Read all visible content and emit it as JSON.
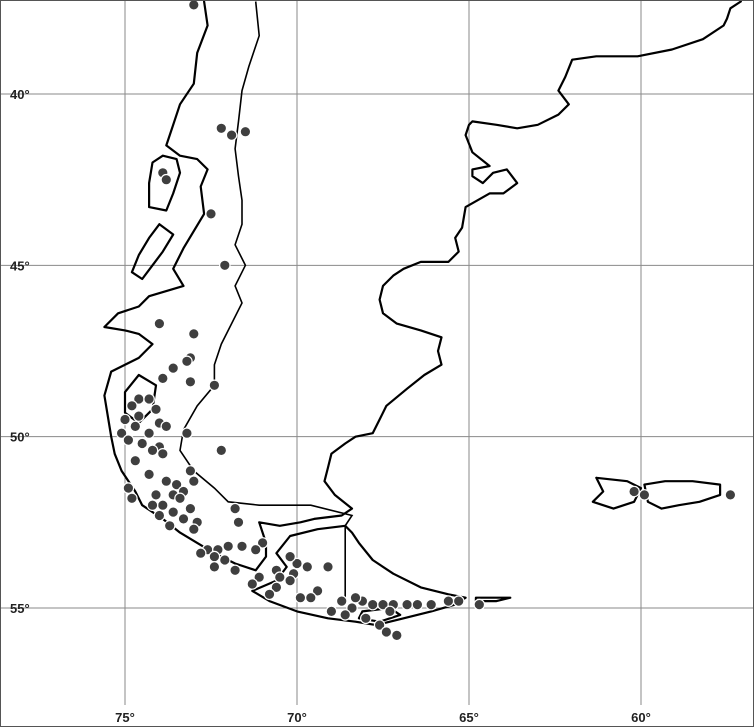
{
  "map": {
    "lon_range": [
      -78.6,
      -56.6
    ],
    "lat_range": [
      -57.7,
      -37.3
    ],
    "lon_ticks": [
      {
        "value": -75,
        "label": "75°"
      },
      {
        "value": -70,
        "label": "70°"
      },
      {
        "value": -65,
        "label": "65°"
      },
      {
        "value": -60,
        "label": "60°"
      }
    ],
    "lat_ticks": [
      {
        "value": -40,
        "label": "40°"
      },
      {
        "value": -45,
        "label": "45°"
      },
      {
        "value": -50,
        "label": "50°"
      },
      {
        "value": -55,
        "label": "55°"
      }
    ],
    "colors": {
      "point": "#3f3f3f",
      "coast": "#000000",
      "grid": "#8a8a8a",
      "frame": "#555555"
    },
    "points": [
      [
        -73.0,
        -37.4
      ],
      [
        -72.2,
        -41.0
      ],
      [
        -71.9,
        -41.2
      ],
      [
        -71.5,
        -41.1
      ],
      [
        -73.9,
        -42.3
      ],
      [
        -73.8,
        -42.5
      ],
      [
        -72.5,
        -43.5
      ],
      [
        -72.1,
        -45.0
      ],
      [
        -74.0,
        -46.7
      ],
      [
        -73.0,
        -47.0
      ],
      [
        -73.1,
        -47.7
      ],
      [
        -73.2,
        -47.8
      ],
      [
        -73.6,
        -48.0
      ],
      [
        -73.9,
        -48.3
      ],
      [
        -73.1,
        -48.4
      ],
      [
        -72.4,
        -48.5
      ],
      [
        -74.6,
        -48.9
      ],
      [
        -74.3,
        -48.9
      ],
      [
        -74.8,
        -49.1
      ],
      [
        -74.1,
        -49.2
      ],
      [
        -74.6,
        -49.4
      ],
      [
        -75.0,
        -49.5
      ],
      [
        -74.0,
        -49.6
      ],
      [
        -73.8,
        -49.7
      ],
      [
        -74.7,
        -49.7
      ],
      [
        -75.1,
        -49.9
      ],
      [
        -74.3,
        -49.9
      ],
      [
        -73.2,
        -49.9
      ],
      [
        -74.9,
        -50.1
      ],
      [
        -74.5,
        -50.2
      ],
      [
        -74.0,
        -50.3
      ],
      [
        -74.2,
        -50.4
      ],
      [
        -73.9,
        -50.5
      ],
      [
        -72.2,
        -50.4
      ],
      [
        -74.7,
        -50.7
      ],
      [
        -73.1,
        -51.0
      ],
      [
        -74.3,
        -51.1
      ],
      [
        -73.8,
        -51.3
      ],
      [
        -73.5,
        -51.4
      ],
      [
        -73.0,
        -51.3
      ],
      [
        -74.9,
        -51.5
      ],
      [
        -73.3,
        -51.6
      ],
      [
        -73.6,
        -51.7
      ],
      [
        -74.1,
        -51.7
      ],
      [
        -74.8,
        -51.8
      ],
      [
        -73.4,
        -51.8
      ],
      [
        -73.9,
        -52.0
      ],
      [
        -74.2,
        -52.0
      ],
      [
        -73.1,
        -52.1
      ],
      [
        -73.6,
        -52.2
      ],
      [
        -71.8,
        -52.1
      ],
      [
        -74.0,
        -52.3
      ],
      [
        -73.3,
        -52.4
      ],
      [
        -72.9,
        -52.5
      ],
      [
        -71.7,
        -52.5
      ],
      [
        -73.0,
        -52.7
      ],
      [
        -73.7,
        -52.6
      ],
      [
        -71.0,
        -53.1
      ],
      [
        -72.6,
        -53.3
      ],
      [
        -72.3,
        -53.3
      ],
      [
        -72.0,
        -53.2
      ],
      [
        -71.6,
        -53.2
      ],
      [
        -71.2,
        -53.3
      ],
      [
        -72.8,
        -53.4
      ],
      [
        -72.4,
        -53.5
      ],
      [
        -72.1,
        -53.6
      ],
      [
        -70.0,
        -53.7
      ],
      [
        -69.1,
        -53.8
      ],
      [
        -70.6,
        -53.9
      ],
      [
        -71.8,
        -53.9
      ],
      [
        -72.4,
        -53.8
      ],
      [
        -70.1,
        -54.0
      ],
      [
        -71.1,
        -54.1
      ],
      [
        -70.2,
        -54.2
      ],
      [
        -70.6,
        -54.4
      ],
      [
        -71.3,
        -54.3
      ],
      [
        -69.4,
        -54.5
      ],
      [
        -69.9,
        -54.7
      ],
      [
        -70.8,
        -54.6
      ],
      [
        -68.7,
        -54.8
      ],
      [
        -68.1,
        -54.8
      ],
      [
        -67.8,
        -54.9
      ],
      [
        -67.5,
        -54.9
      ],
      [
        -67.2,
        -54.9
      ],
      [
        -66.8,
        -54.9
      ],
      [
        -66.5,
        -54.9
      ],
      [
        -68.4,
        -55.0
      ],
      [
        -69.0,
        -55.1
      ],
      [
        -68.6,
        -55.2
      ],
      [
        -67.3,
        -55.1
      ],
      [
        -66.1,
        -54.9
      ],
      [
        -65.6,
        -54.8
      ],
      [
        -65.3,
        -54.8
      ],
      [
        -64.7,
        -54.9
      ],
      [
        -68.0,
        -55.3
      ],
      [
        -67.6,
        -55.5
      ],
      [
        -67.4,
        -55.7
      ],
      [
        -67.1,
        -55.8
      ],
      [
        -59.9,
        -51.7
      ],
      [
        -57.4,
        -51.7
      ],
      [
        -60.2,
        -51.6
      ],
      [
        -70.2,
        -53.5
      ],
      [
        -69.7,
        -53.8
      ],
      [
        -70.5,
        -54.1
      ],
      [
        -69.6,
        -54.7
      ],
      [
        -68.3,
        -54.7
      ]
    ],
    "regions": [
      {
        "name": "continental-coast",
        "coords": [
          [
            -72.7,
            -37.3
          ],
          [
            -72.6,
            -38.0
          ],
          [
            -72.9,
            -38.8
          ],
          [
            -73.0,
            -39.7
          ],
          [
            -73.4,
            -40.3
          ],
          [
            -73.6,
            -40.9
          ],
          [
            -73.8,
            -41.5
          ],
          [
            -73.4,
            -41.8
          ],
          [
            -72.9,
            -41.9
          ],
          [
            -72.6,
            -42.2
          ],
          [
            -72.8,
            -42.7
          ],
          [
            -72.7,
            -43.5
          ],
          [
            -73.0,
            -44.0
          ],
          [
            -73.3,
            -44.5
          ],
          [
            -73.6,
            -45.1
          ],
          [
            -73.3,
            -45.6
          ],
          [
            -74.3,
            -45.9
          ],
          [
            -74.6,
            -46.2
          ],
          [
            -75.2,
            -46.4
          ],
          [
            -75.6,
            -46.8
          ],
          [
            -75.0,
            -46.9
          ],
          [
            -74.6,
            -47.0
          ],
          [
            -74.2,
            -47.3
          ],
          [
            -74.6,
            -47.7
          ],
          [
            -75.4,
            -48.1
          ],
          [
            -75.6,
            -48.8
          ],
          [
            -75.5,
            -49.4
          ],
          [
            -75.4,
            -50.0
          ],
          [
            -75.3,
            -50.5
          ],
          [
            -75.1,
            -51.0
          ],
          [
            -74.7,
            -51.6
          ],
          [
            -74.5,
            -52.0
          ],
          [
            -73.9,
            -52.4
          ],
          [
            -73.4,
            -52.8
          ],
          [
            -72.9,
            -53.1
          ],
          [
            -72.4,
            -53.4
          ],
          [
            -71.8,
            -53.7
          ],
          [
            -71.2,
            -53.9
          ],
          [
            -70.9,
            -53.5
          ],
          [
            -70.9,
            -53.1
          ],
          [
            -71.0,
            -52.8
          ],
          [
            -71.1,
            -52.5
          ],
          [
            -70.5,
            -52.6
          ],
          [
            -69.9,
            -52.5
          ],
          [
            -69.5,
            -52.4
          ],
          [
            -68.7,
            -52.3
          ],
          [
            -68.4,
            -52.1
          ],
          [
            -68.9,
            -51.7
          ],
          [
            -69.2,
            -51.3
          ],
          [
            -69.1,
            -50.9
          ],
          [
            -69.0,
            -50.5
          ],
          [
            -68.6,
            -50.2
          ],
          [
            -68.3,
            -50.0
          ],
          [
            -67.8,
            -49.9
          ],
          [
            -67.6,
            -49.5
          ],
          [
            -67.4,
            -49.1
          ],
          [
            -66.8,
            -48.6
          ],
          [
            -66.3,
            -48.2
          ],
          [
            -65.8,
            -47.9
          ],
          [
            -65.9,
            -47.5
          ],
          [
            -65.8,
            -47.1
          ],
          [
            -66.4,
            -46.9
          ],
          [
            -67.1,
            -46.7
          ],
          [
            -67.5,
            -46.4
          ],
          [
            -67.6,
            -46.0
          ],
          [
            -67.5,
            -45.6
          ],
          [
            -67.2,
            -45.3
          ],
          [
            -66.9,
            -45.1
          ],
          [
            -66.4,
            -44.9
          ],
          [
            -65.6,
            -44.9
          ],
          [
            -65.3,
            -44.6
          ],
          [
            -65.4,
            -44.2
          ],
          [
            -65.2,
            -43.9
          ],
          [
            -65.1,
            -43.3
          ],
          [
            -64.4,
            -42.9
          ],
          [
            -64.0,
            -42.9
          ],
          [
            -63.6,
            -42.6
          ],
          [
            -63.9,
            -42.2
          ],
          [
            -64.3,
            -42.3
          ],
          [
            -64.6,
            -42.6
          ],
          [
            -64.9,
            -42.4
          ],
          [
            -64.9,
            -42.2
          ],
          [
            -64.4,
            -42.1
          ],
          [
            -64.9,
            -41.7
          ],
          [
            -65.1,
            -41.2
          ],
          [
            -65.0,
            -40.9
          ],
          [
            -64.9,
            -40.8
          ],
          [
            -64.2,
            -40.9
          ],
          [
            -63.6,
            -41.0
          ],
          [
            -63.0,
            -40.9
          ],
          [
            -62.4,
            -40.6
          ],
          [
            -62.1,
            -40.3
          ],
          [
            -62.4,
            -39.9
          ],
          [
            -62.2,
            -39.5
          ],
          [
            -62.0,
            -39.0
          ],
          [
            -61.3,
            -38.9
          ],
          [
            -60.1,
            -38.9
          ],
          [
            -59.1,
            -38.7
          ],
          [
            -58.2,
            -38.4
          ],
          [
            -57.6,
            -38.0
          ],
          [
            -57.5,
            -37.8
          ],
          [
            -57.4,
            -37.5
          ],
          [
            -57.1,
            -37.3
          ]
        ]
      },
      {
        "name": "chiloe-island",
        "coords": [
          [
            -73.9,
            -41.8
          ],
          [
            -73.5,
            -41.9
          ],
          [
            -73.4,
            -42.3
          ],
          [
            -73.6,
            -42.9
          ],
          [
            -73.8,
            -43.4
          ],
          [
            -74.3,
            -43.3
          ],
          [
            -74.3,
            -42.6
          ],
          [
            -74.2,
            -42.0
          ],
          [
            -73.9,
            -41.8
          ]
        ]
      },
      {
        "name": "chonos-archipelago",
        "coords": [
          [
            -74.0,
            -43.8
          ],
          [
            -73.6,
            -44.1
          ],
          [
            -73.9,
            -44.6
          ],
          [
            -74.2,
            -45.0
          ],
          [
            -74.5,
            -45.4
          ],
          [
            -74.8,
            -45.2
          ],
          [
            -74.6,
            -44.7
          ],
          [
            -74.3,
            -44.2
          ],
          [
            -74.0,
            -43.8
          ]
        ]
      },
      {
        "name": "wellington-island",
        "coords": [
          [
            -74.6,
            -48.2
          ],
          [
            -74.1,
            -48.5
          ],
          [
            -74.2,
            -49.2
          ],
          [
            -74.6,
            -49.6
          ],
          [
            -75.0,
            -49.3
          ],
          [
            -75.0,
            -48.7
          ],
          [
            -74.6,
            -48.2
          ]
        ]
      },
      {
        "name": "tierra-del-fuego",
        "coords": [
          [
            -68.6,
            -52.6
          ],
          [
            -69.4,
            -52.7
          ],
          [
            -70.2,
            -52.9
          ],
          [
            -70.6,
            -53.4
          ],
          [
            -70.3,
            -53.8
          ],
          [
            -70.6,
            -54.2
          ],
          [
            -71.3,
            -54.5
          ],
          [
            -70.8,
            -54.8
          ],
          [
            -70.0,
            -55.1
          ],
          [
            -69.1,
            -55.3
          ],
          [
            -68.3,
            -55.4
          ],
          [
            -67.7,
            -55.5
          ],
          [
            -66.9,
            -55.3
          ],
          [
            -66.1,
            -55.1
          ],
          [
            -65.4,
            -54.9
          ],
          [
            -65.1,
            -54.7
          ],
          [
            -65.6,
            -54.6
          ],
          [
            -66.4,
            -54.4
          ],
          [
            -67.2,
            -54.0
          ],
          [
            -67.8,
            -53.6
          ],
          [
            -68.2,
            -53.1
          ],
          [
            -68.4,
            -52.8
          ],
          [
            -68.6,
            -52.6
          ]
        ]
      },
      {
        "name": "isla-de-los-estados",
        "coords": [
          [
            -64.8,
            -54.7
          ],
          [
            -64.3,
            -54.7
          ],
          [
            -63.8,
            -54.7
          ],
          [
            -64.2,
            -54.8
          ],
          [
            -64.8,
            -54.8
          ],
          [
            -64.8,
            -54.7
          ]
        ]
      },
      {
        "name": "navarino-island",
        "coords": [
          [
            -68.1,
            -55.1
          ],
          [
            -67.3,
            -55.0
          ],
          [
            -67.0,
            -55.2
          ],
          [
            -67.6,
            -55.4
          ],
          [
            -68.2,
            -55.3
          ],
          [
            -68.1,
            -55.1
          ]
        ]
      },
      {
        "name": "west-falkland",
        "coords": [
          [
            -61.3,
            -51.2
          ],
          [
            -60.4,
            -51.3
          ],
          [
            -60.0,
            -51.5
          ],
          [
            -60.2,
            -51.9
          ],
          [
            -60.8,
            -52.1
          ],
          [
            -61.4,
            -51.9
          ],
          [
            -61.1,
            -51.6
          ],
          [
            -61.3,
            -51.2
          ]
        ]
      },
      {
        "name": "east-falkland",
        "coords": [
          [
            -59.9,
            -51.4
          ],
          [
            -59.3,
            -51.3
          ],
          [
            -58.5,
            -51.3
          ],
          [
            -57.7,
            -51.4
          ],
          [
            -57.7,
            -51.7
          ],
          [
            -58.3,
            -51.9
          ],
          [
            -58.9,
            -52.0
          ],
          [
            -59.4,
            -52.1
          ],
          [
            -59.8,
            -51.9
          ],
          [
            -59.9,
            -51.4
          ]
        ]
      }
    ],
    "borders": [
      {
        "name": "chile-argentina-border",
        "coords": [
          [
            -71.2,
            -37.3
          ],
          [
            -71.1,
            -38.3
          ],
          [
            -71.4,
            -39.2
          ],
          [
            -71.6,
            -39.9
          ],
          [
            -71.7,
            -40.8
          ],
          [
            -71.8,
            -41.6
          ],
          [
            -71.7,
            -42.4
          ],
          [
            -71.6,
            -43.1
          ],
          [
            -71.6,
            -43.8
          ],
          [
            -71.8,
            -44.4
          ],
          [
            -71.5,
            -45.0
          ],
          [
            -71.8,
            -45.6
          ],
          [
            -71.6,
            -46.1
          ],
          [
            -71.9,
            -46.7
          ],
          [
            -72.2,
            -47.3
          ],
          [
            -72.4,
            -47.9
          ],
          [
            -72.4,
            -48.5
          ],
          [
            -72.9,
            -49.1
          ],
          [
            -73.3,
            -49.8
          ],
          [
            -73.4,
            -50.4
          ],
          [
            -73.0,
            -51.0
          ],
          [
            -72.4,
            -51.5
          ],
          [
            -72.0,
            -51.9
          ],
          [
            -71.1,
            -52.0
          ],
          [
            -69.6,
            -52.0
          ],
          [
            -68.4,
            -52.3
          ],
          [
            -68.6,
            -52.6
          ],
          [
            -68.6,
            -54.9
          ]
        ]
      }
    ]
  }
}
